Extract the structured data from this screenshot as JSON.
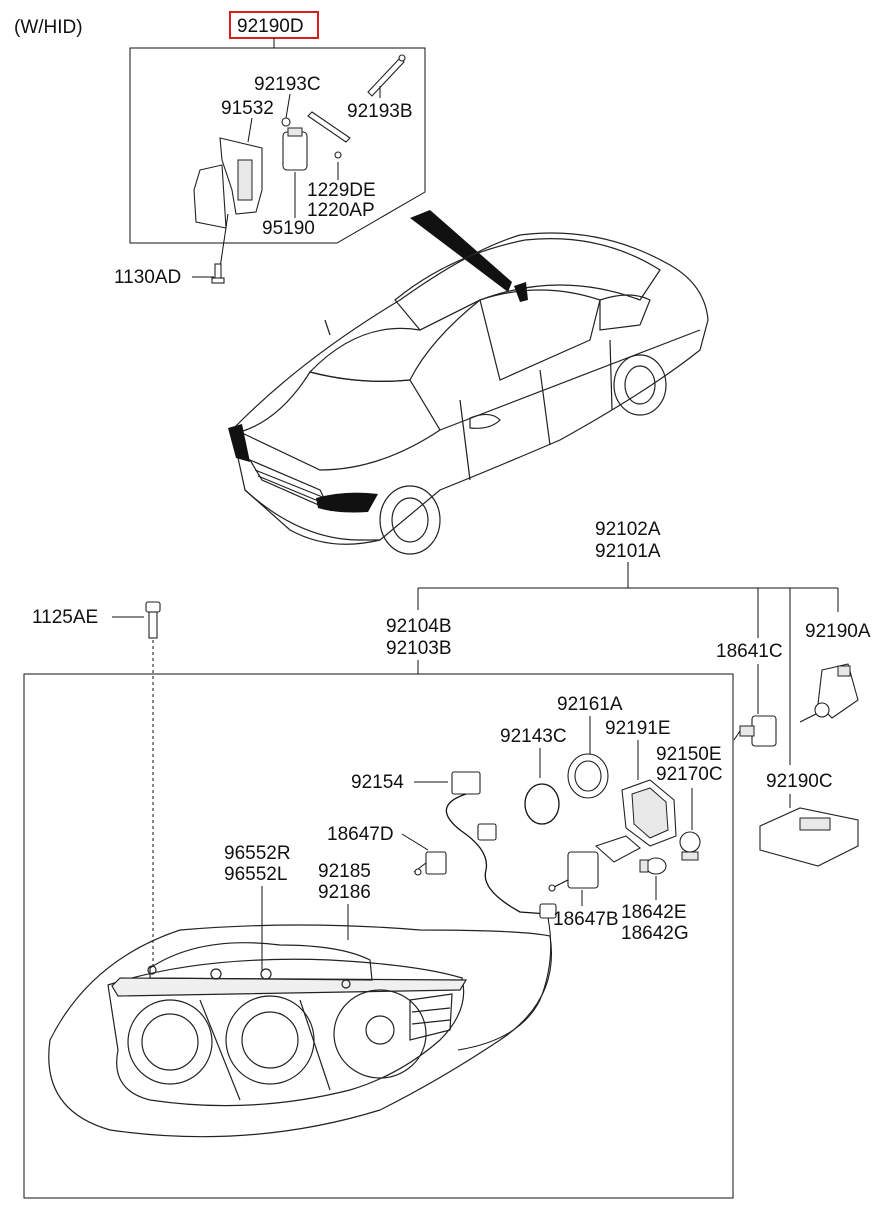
{
  "header": {
    "variant_label": "(W/HID)"
  },
  "highlight_color": "#d62020",
  "callouts": {
    "p92190D": "92190D",
    "p92193C": "92193C",
    "p91532": "91532",
    "p92193B": "92193B",
    "p1229DE": "1229DE",
    "p1220AP": "1220AP",
    "p95190": "95190",
    "p1130AD": "1130AD",
    "p92102A": "92102A",
    "p92101A": "92101A",
    "p1125AE": "1125AE",
    "p92104B": "92104B",
    "p92103B": "92103B",
    "p92190A": "92190A",
    "p18641C": "18641C",
    "p92161A": "92161A",
    "p92191E": "92191E",
    "p92143C": "92143C",
    "p92150E": "92150E",
    "p92170C": "92170C",
    "p92154": "92154",
    "p92190C": "92190C",
    "p18647D": "18647D",
    "p96552R": "96552R",
    "p96552L": "96552L",
    "p92185": "92185",
    "p92186": "92186",
    "p18647B": "18647B",
    "p18642E": "18642E",
    "p18642G": "18642G"
  }
}
